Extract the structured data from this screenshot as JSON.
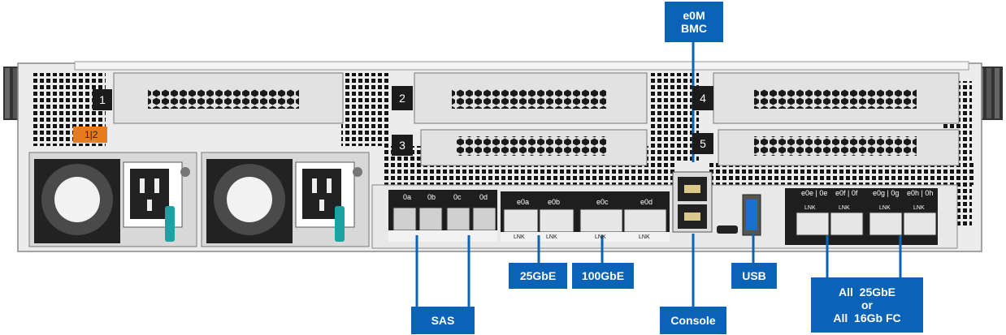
{
  "callouts": {
    "e0m_line1": "e0M",
    "e0m_line2": "BMC",
    "sas": "SAS",
    "gbe25": "25GbE",
    "gbe100": "100GbE",
    "console": "Console",
    "usb": "USB",
    "fc_line1": "All  25GbE",
    "fc_line2": "or",
    "fc_line3": "All  16Gb FC"
  },
  "slots": [
    "1",
    "2",
    "3",
    "4",
    "5"
  ],
  "psu_badge": "1|2",
  "port_labels": {
    "sas": [
      "0a",
      "0b",
      "0c",
      "0d"
    ],
    "gbe25": [
      "e0a",
      "e0b"
    ],
    "gbe100": [
      "e0c",
      "e0d"
    ],
    "fc": [
      "e0e | 0e",
      "e0f | 0f",
      "e0g | 0g",
      "e0h | 0h"
    ],
    "lnk": "LNK"
  },
  "colors": {
    "callout_blue": "#0b63b8",
    "chassis": "#e6e6e6",
    "dark": "#1c1c1c"
  }
}
